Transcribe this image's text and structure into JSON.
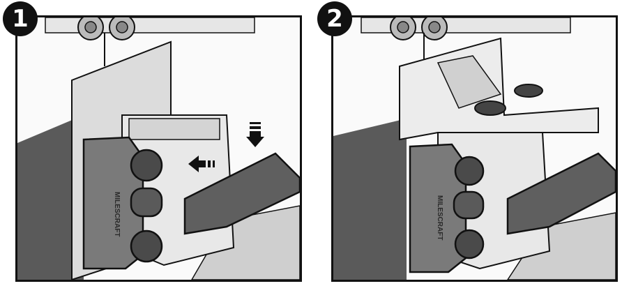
{
  "steps": [
    {
      "number": "1"
    },
    {
      "number": "2"
    }
  ],
  "brand_mark": "MILESCRAFT",
  "colors": {
    "outline": "#111111",
    "badge_bg": "#111111",
    "badge_text": "#ffffff",
    "wood_dark": "#5a5a5a",
    "wood_light": "#d8d8d8",
    "jig_face": "#7a7a7a",
    "jig_body": "#e4e4e4",
    "handle": "#5f5f5f"
  },
  "icons": [
    "push-left-arrow-icon",
    "push-down-arrow-icon"
  ]
}
